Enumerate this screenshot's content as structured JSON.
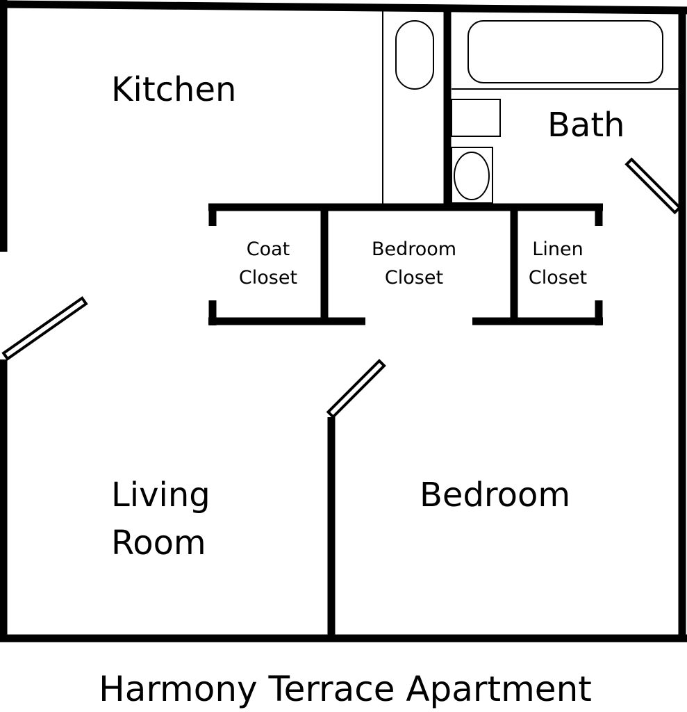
{
  "rooms": {
    "kitchen": "Kitchen",
    "bath": "Bath",
    "living_room": [
      "Living",
      "Room"
    ],
    "bedroom": "Bedroom"
  },
  "closets": {
    "coat": [
      "Coat",
      "Closet"
    ],
    "bedroom": [
      "Bedroom",
      "Closet"
    ],
    "linen": [
      "Linen",
      "Closet"
    ]
  },
  "title": "Harmony Terrace Apartment",
  "colors": {
    "wall": "#000000",
    "background": "#ffffff"
  }
}
